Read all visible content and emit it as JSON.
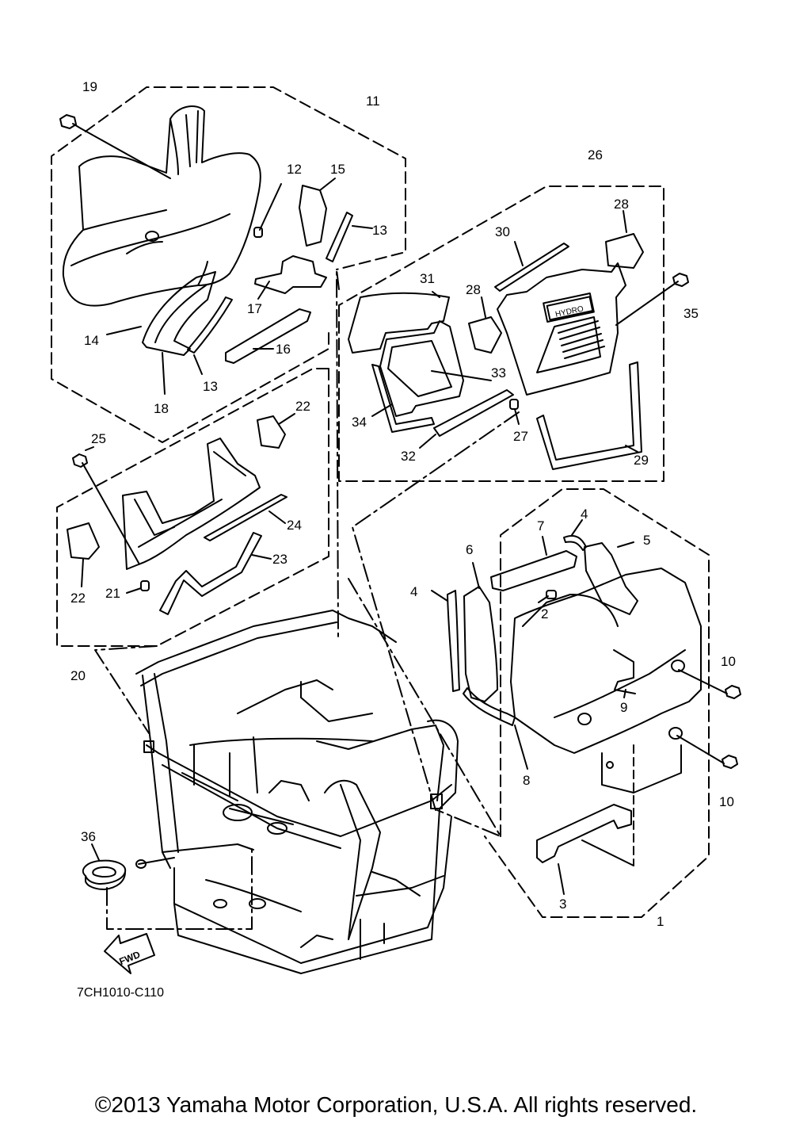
{
  "diagram": {
    "callouts": [
      {
        "id": "1",
        "text": "1"
      },
      {
        "id": "2",
        "text": "2"
      },
      {
        "id": "3",
        "text": "3"
      },
      {
        "id": "4a",
        "text": "4"
      },
      {
        "id": "4b",
        "text": "4"
      },
      {
        "id": "5",
        "text": "5"
      },
      {
        "id": "6",
        "text": "6"
      },
      {
        "id": "7",
        "text": "7"
      },
      {
        "id": "8",
        "text": "8"
      },
      {
        "id": "9",
        "text": "9"
      },
      {
        "id": "10a",
        "text": "10"
      },
      {
        "id": "10b",
        "text": "10"
      },
      {
        "id": "11",
        "text": "11"
      },
      {
        "id": "12",
        "text": "12"
      },
      {
        "id": "13a",
        "text": "13"
      },
      {
        "id": "13b",
        "text": "13"
      },
      {
        "id": "14",
        "text": "14"
      },
      {
        "id": "15",
        "text": "15"
      },
      {
        "id": "16",
        "text": "16"
      },
      {
        "id": "17",
        "text": "17"
      },
      {
        "id": "18",
        "text": "18"
      },
      {
        "id": "19",
        "text": "19"
      },
      {
        "id": "20",
        "text": "20"
      },
      {
        "id": "21",
        "text": "21"
      },
      {
        "id": "22a",
        "text": "22"
      },
      {
        "id": "22b",
        "text": "22"
      },
      {
        "id": "23",
        "text": "23"
      },
      {
        "id": "24",
        "text": "24"
      },
      {
        "id": "25",
        "text": "25"
      },
      {
        "id": "26",
        "text": "26"
      },
      {
        "id": "27",
        "text": "27"
      },
      {
        "id": "28a",
        "text": "28"
      },
      {
        "id": "28b",
        "text": "28"
      },
      {
        "id": "29",
        "text": "29"
      },
      {
        "id": "30",
        "text": "30"
      },
      {
        "id": "31",
        "text": "31"
      },
      {
        "id": "32",
        "text": "32"
      },
      {
        "id": "33",
        "text": "33"
      },
      {
        "id": "34",
        "text": "34"
      },
      {
        "id": "35",
        "text": "35"
      },
      {
        "id": "36",
        "text": "36"
      }
    ],
    "fwd_label": "FWD",
    "diagram_code": "7CH1010-C110",
    "hydro_badge": "HYDRO"
  },
  "footer": {
    "copyright": "©2013 Yamaha Motor Corporation, U.S.A. All rights reserved."
  }
}
